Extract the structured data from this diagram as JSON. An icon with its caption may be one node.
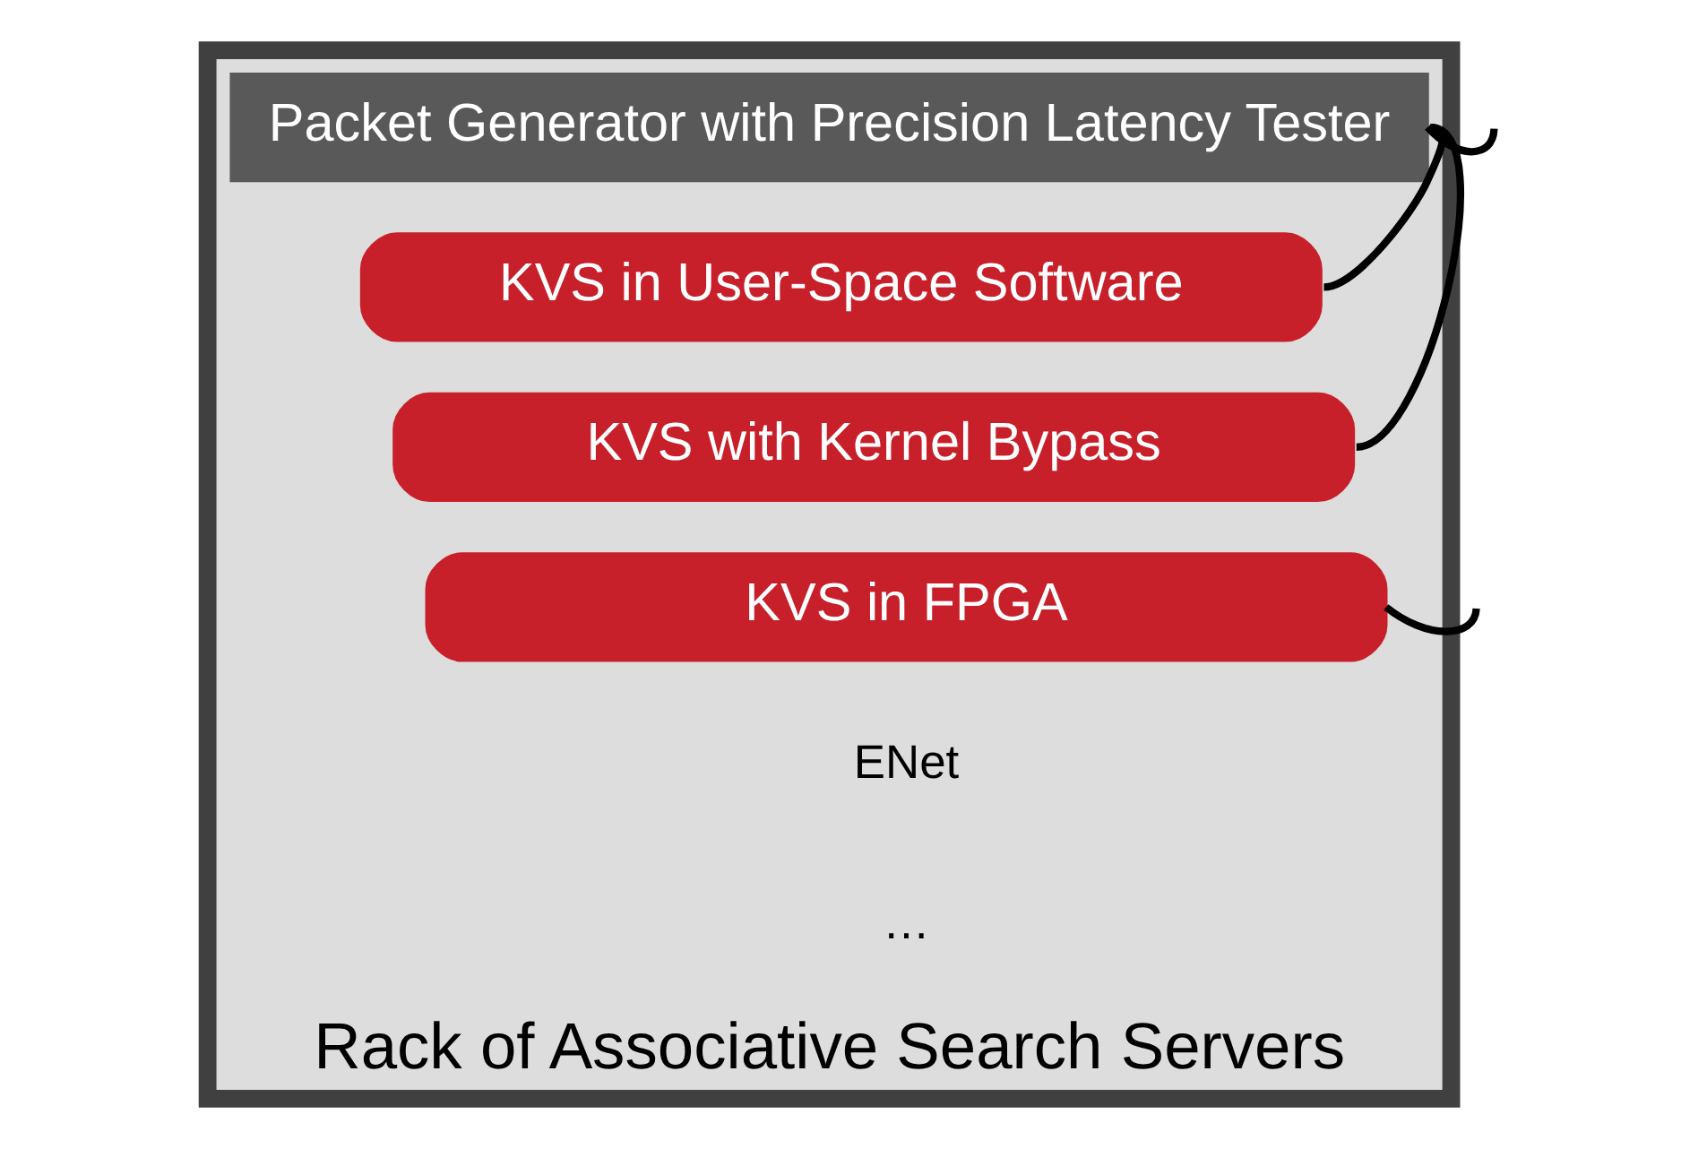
{
  "diagram": {
    "nodes": [
      {
        "text": [
          "Rack of Associative Search Servers"
        ]
      },
      {
        "text": [
          "Packet Generator with Precision Latency Tester"
        ],
        "in": 0
      },
      {
        "text": [
          "KVS in User-Space Software"
        ],
        "in": 0
      },
      {
        "text": [
          "KVS with Kernel Bypass"
        ],
        "in": 0
      },
      {
        "text": [
          "KVS in FPGA"
        ],
        "in": 0
      }
    ],
    "edges": [
      {
        "from": 1,
        "to": null,
        "arrow": "none"
      },
      {
        "from": 1,
        "to": 3,
        "arrow": "none"
      },
      {
        "from": 1,
        "to": 2,
        "arrow": "none"
      },
      {
        "from": 4,
        "to": null,
        "arrow": "none"
      }
    ],
    "labels": [
      "ENet",
      "…"
    ]
  }
}
